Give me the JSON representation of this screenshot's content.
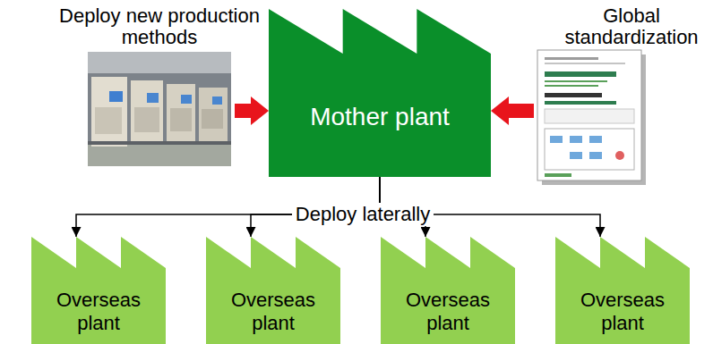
{
  "diagram": {
    "nodes": [
      {
        "text": [
          "Deploy new production methods"
        ]
      },
      {
        "text": [
          "Mother plant"
        ]
      },
      {
        "text": [
          "Global standardization"
        ]
      },
      {
        "text": [
          "Overseas plant"
        ]
      },
      {
        "text": [
          "Overseas plant"
        ]
      },
      {
        "text": [
          "Overseas plant"
        ]
      },
      {
        "text": [
          "Overseas plant"
        ]
      }
    ],
    "edges": [
      {
        "from": 0,
        "to": 1,
        "arrow": "to"
      },
      {
        "from": 2,
        "to": 1,
        "arrow": "to"
      },
      {
        "from": 1,
        "to": 3,
        "arrow": "to"
      },
      {
        "from": 1,
        "to": 4,
        "arrow": "to"
      },
      {
        "from": 1,
        "to": 5,
        "arrow": "to"
      },
      {
        "from": 1,
        "to": 6,
        "arrow": "to"
      }
    ],
    "labels": [
      "Deploy laterally"
    ]
  }
}
